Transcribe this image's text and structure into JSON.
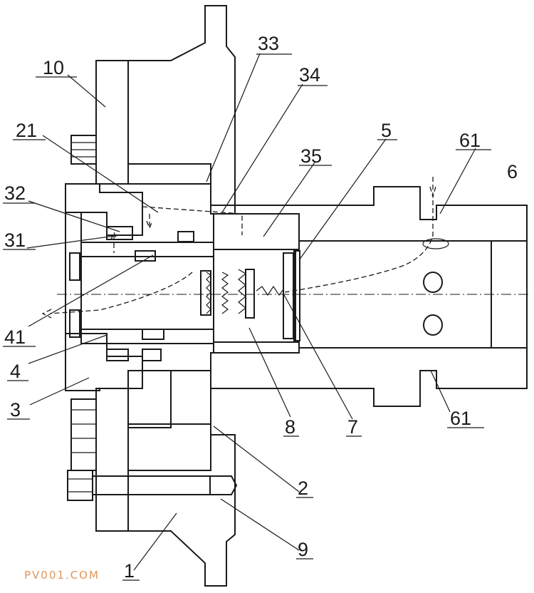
{
  "diagram": {
    "labels": [
      {
        "id": "label-10",
        "text": "10"
      },
      {
        "id": "label-33",
        "text": "33"
      },
      {
        "id": "label-34",
        "text": "34"
      },
      {
        "id": "label-21",
        "text": "21"
      },
      {
        "id": "label-35",
        "text": "35"
      },
      {
        "id": "label-5",
        "text": "5"
      },
      {
        "id": "label-61-top",
        "text": "61"
      },
      {
        "id": "label-6",
        "text": "6"
      },
      {
        "id": "label-32",
        "text": "32"
      },
      {
        "id": "label-31",
        "text": "31"
      },
      {
        "id": "label-41",
        "text": "41"
      },
      {
        "id": "label-4",
        "text": "4"
      },
      {
        "id": "label-3",
        "text": "3"
      },
      {
        "id": "label-8",
        "text": "8"
      },
      {
        "id": "label-7",
        "text": "7"
      },
      {
        "id": "label-61-bottom",
        "text": "61"
      },
      {
        "id": "label-2",
        "text": "2"
      },
      {
        "id": "label-9",
        "text": "9"
      },
      {
        "id": "label-1",
        "text": "1"
      }
    ],
    "watermark": "PV001.COM"
  },
  "colors": {
    "line": "#1a1a1a",
    "watermark": "#e0955a",
    "background": "#ffffff"
  }
}
